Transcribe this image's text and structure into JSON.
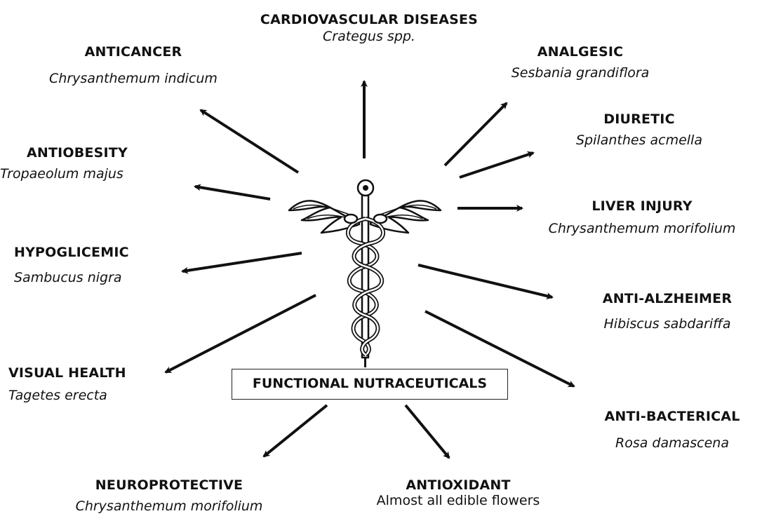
{
  "center": {
    "label": "FUNCTIONAL NUTRACEUTICALS"
  },
  "nodes": {
    "cardiovascular": {
      "title": "CARDIOVASCULAR DISEASES",
      "species": "Crategus spp."
    },
    "anticancer": {
      "title": "ANTICANCER",
      "species": "Chrysanthemum indicum"
    },
    "analgesic": {
      "title": "ANALGESIC",
      "species": "Sesbania grandiflora"
    },
    "diuretic": {
      "title": "DIURETIC",
      "species": "Spilanthes acmella"
    },
    "antiobesity": {
      "title": "ANTIOBESITY",
      "species": "Tropaeolum majus"
    },
    "liver_injury": {
      "title": "LIVER INJURY",
      "species": "Chrysanthemum morifolium"
    },
    "hypoglicemic": {
      "title": "HYPOGLICEMIC",
      "species": "Sambucus nigra"
    },
    "anti_alzheimer": {
      "title": "ANTI-ALZHEIMER",
      "species": "Hibiscus sabdariffa"
    },
    "visual_health": {
      "title": "VISUAL HEALTH",
      "species": "Tagetes erecta"
    },
    "anti_bacterical": {
      "title": "ANTI-BACTERICAL",
      "species": "Rosa damascena"
    },
    "neuroprotective": {
      "title": "NEUROPROTECTIVE",
      "species": "Chrysanthemum morifolium"
    },
    "antioxidant": {
      "title": "ANTIOXIDANT",
      "species": "Almost all edible flowers"
    }
  }
}
